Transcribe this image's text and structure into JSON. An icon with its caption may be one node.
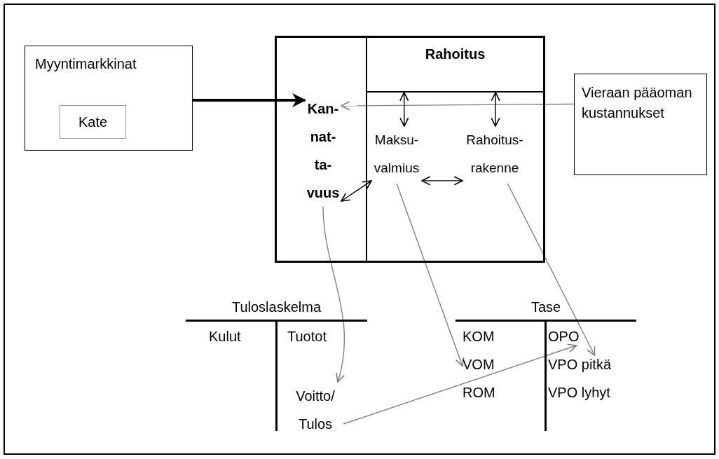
{
  "diagram": {
    "nodes": [
      {
        "text": [
          "Myyntimarkkinat"
        ]
      },
      {
        "text": [
          "Kate"
        ],
        "in": 0
      },
      {
        "text": [],
        "shape": "box"
      },
      {
        "text": [
          "Kan- nat- ta- vuus"
        ],
        "in": 2
      },
      {
        "text": [
          "Rahoitus"
        ],
        "in": 2
      },
      {
        "text": [
          "Maksu- valmius"
        ],
        "in": 2
      },
      {
        "text": [
          "Rahoitus- rakenne"
        ],
        "in": 2
      },
      {
        "text": [
          "Vieraan pääoman kustannukset"
        ]
      },
      {
        "text": [
          "Tuloslaskelma"
        ]
      },
      {
        "text": [
          "Kulut"
        ],
        "in": 8
      },
      {
        "text": [
          "Tuotot"
        ],
        "in": 8
      },
      {
        "text": [
          "Voitto/ Tulos"
        ],
        "in": 8
      },
      {
        "text": [
          "Tase"
        ]
      },
      {
        "text": [
          "KOM"
        ],
        "in": 12
      },
      {
        "text": [
          "VOM"
        ],
        "in": 12
      },
      {
        "text": [
          "ROM"
        ],
        "in": 12
      },
      {
        "text": [
          "OPO"
        ],
        "in": 12
      },
      {
        "text": [
          "VPO pitkä"
        ],
        "in": 12
      },
      {
        "text": [
          "VPO lyhyt"
        ],
        "in": 12
      }
    ],
    "edges": [
      {
        "from": 0,
        "to": 3,
        "arrow": "to",
        "style": "thick"
      },
      {
        "from": 7,
        "to": 3,
        "arrow": "to",
        "color": "#808080"
      },
      {
        "from": 4,
        "to": 5,
        "arrow": "both"
      },
      {
        "from": 4,
        "to": 6,
        "arrow": "both"
      },
      {
        "from": 3,
        "to": 5,
        "arrow": "both"
      },
      {
        "from": 5,
        "to": 6,
        "arrow": "both"
      },
      {
        "from": 3,
        "to": 11,
        "arrow": "to",
        "color": "#808080"
      },
      {
        "from": 5,
        "to": 14,
        "arrow": "to",
        "color": "#808080"
      },
      {
        "from": 6,
        "to": 17,
        "arrow": "to",
        "color": "#808080"
      },
      {
        "from": 11,
        "to": 16,
        "arrow": "to",
        "color": "#808080"
      }
    ]
  }
}
